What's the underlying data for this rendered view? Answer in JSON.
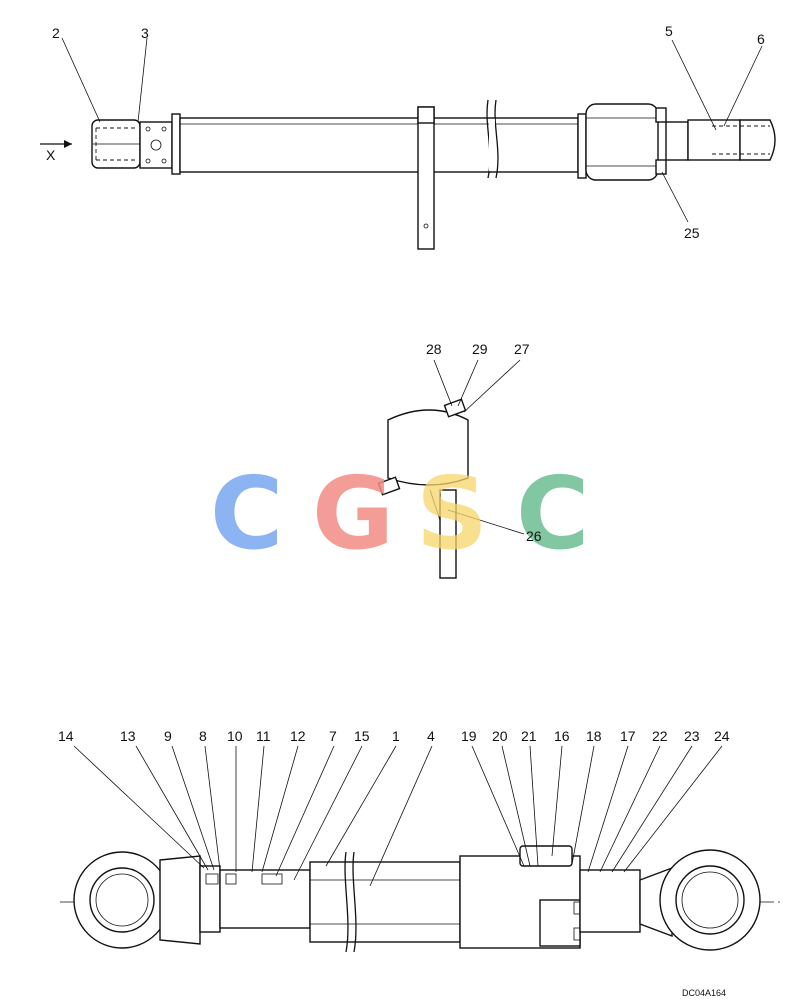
{
  "diagram": {
    "doc_code": "DC04A164",
    "view_arrow_label": "X",
    "watermark": {
      "letters": [
        "C",
        "G",
        "S",
        "C"
      ],
      "colors": [
        "#7aa7f0",
        "#f28c84",
        "#f7d66a",
        "#6cbf92"
      ]
    },
    "top_view_labels": [
      "2",
      "3",
      "5",
      "6",
      "25"
    ],
    "middle_view_labels": [
      "28",
      "29",
      "27",
      "26"
    ],
    "section_view_labels": [
      "14",
      "13",
      "9",
      "8",
      "10",
      "11",
      "12",
      "7",
      "15",
      "1",
      "4",
      "19",
      "20",
      "21",
      "16",
      "18",
      "17",
      "22",
      "23",
      "24"
    ]
  }
}
